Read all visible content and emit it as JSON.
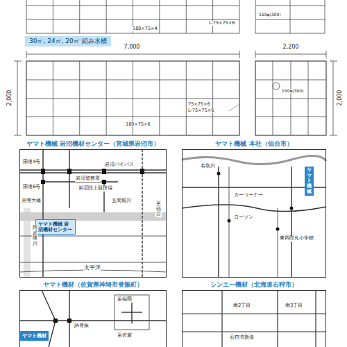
{
  "diagram": {
    "nodes": [
      {
        "text": [
          "30㎥, 24㎥, 20㎥ 組み水槽"
        ]
      },
      {
        "text": [
          "ヤマト機械 岩沼機材センター（宮城県岩沼市）"
        ]
      },
      {
        "text": [
          "ヤマト機械 岩沼機材センター"
        ],
        "in": 1
      },
      {
        "text": [
          "ヤマト機械 本社（仙台市）"
        ]
      },
      {
        "text": [
          "ヤマト機械"
        ],
        "in": 3
      },
      {
        "text": [
          "ヤマト機材（佐賀県神埼市脊振町）"
        ]
      },
      {
        "text": [
          "ヤマト機材"
        ],
        "in": 5
      },
      {
        "text": [
          "シンエー機材（北海道石狩市）"
        ]
      }
    ],
    "labels": [
      "L-75×75×6",
      "180×75×4",
      "7,000",
      "2,200",
      "180×75×6",
      "75×75×6",
      "L-75×75×6",
      "150φ(300)",
      "2,000",
      "2,000",
      "国道4号",
      "岩沼バイパス",
      "岩沼警察署",
      "国道6号",
      "岩沼陸上競技場",
      "五間堀川",
      "亘理大橋",
      "阿武隈川",
      "至仙台",
      "太平洋",
      "名取川",
      "ローソン",
      "カーコーナー",
      "東四郎丸小学校",
      "JA脊振",
      "至福岡",
      "至佐賀",
      "南2丁目",
      "南3丁目",
      "石狩湾新港",
      "150φ(300)"
    ]
  }
}
